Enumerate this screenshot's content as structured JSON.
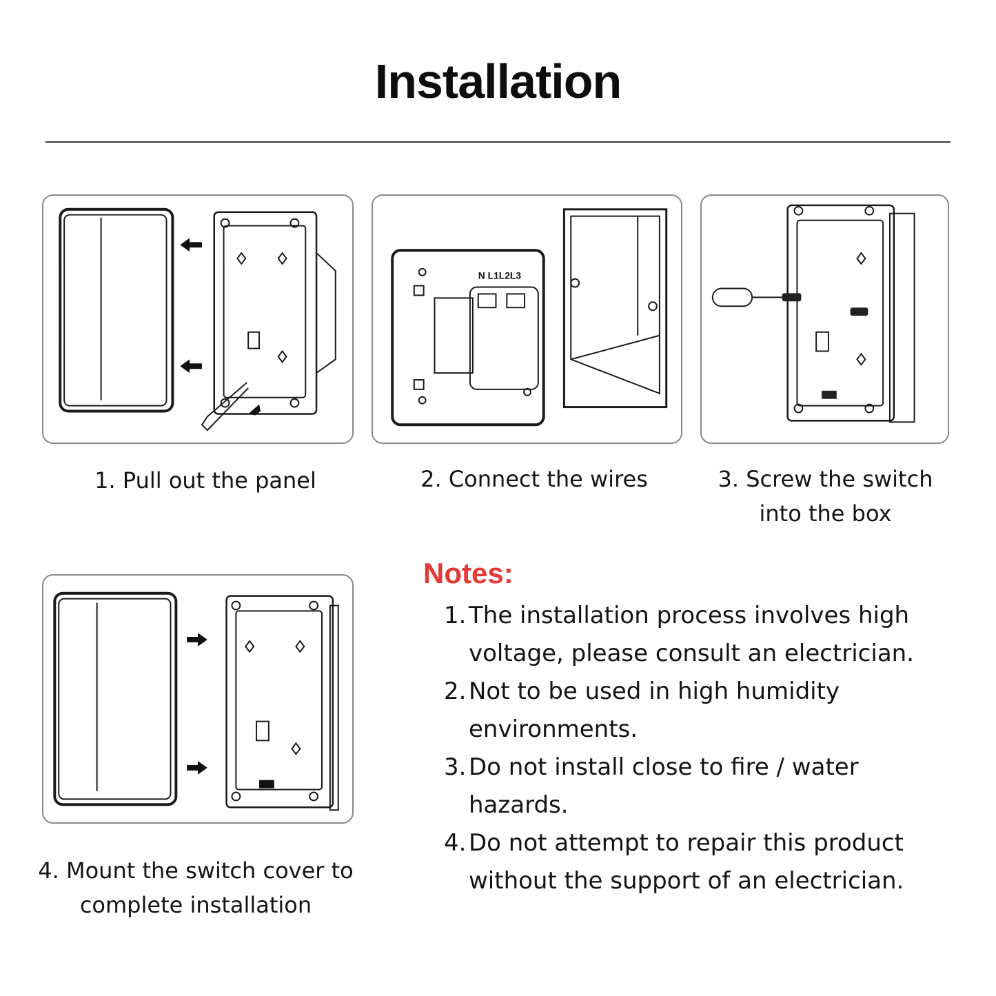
{
  "header": {
    "title": "Installation"
  },
  "steps": [
    {
      "caption_lines": [
        "1. Pull out the panel"
      ]
    },
    {
      "caption_lines": [
        "2. Connect the wires"
      ],
      "terminal_label": "N  L1L2L3"
    },
    {
      "caption_lines": [
        "3. Screw the switch",
        "into the box"
      ]
    },
    {
      "caption_lines": [
        "4. Mount the switch cover to",
        "complete installation"
      ]
    }
  ],
  "notes": {
    "title": "Notes:",
    "items": [
      {
        "num": "1.",
        "text": "The installation process involves high voltage, please consult an electrician."
      },
      {
        "num": "2.",
        "text": "Not to be used in high humidity environments."
      },
      {
        "num": "3.",
        "text": "Do not install close to fire / water hazards."
      },
      {
        "num": "4.",
        "text": "Do not attempt to repair this product without the support of an electrician."
      }
    ]
  },
  "colors": {
    "accent": "#e53935",
    "line": "#1a1a1a",
    "border": "#8a8a8a"
  }
}
